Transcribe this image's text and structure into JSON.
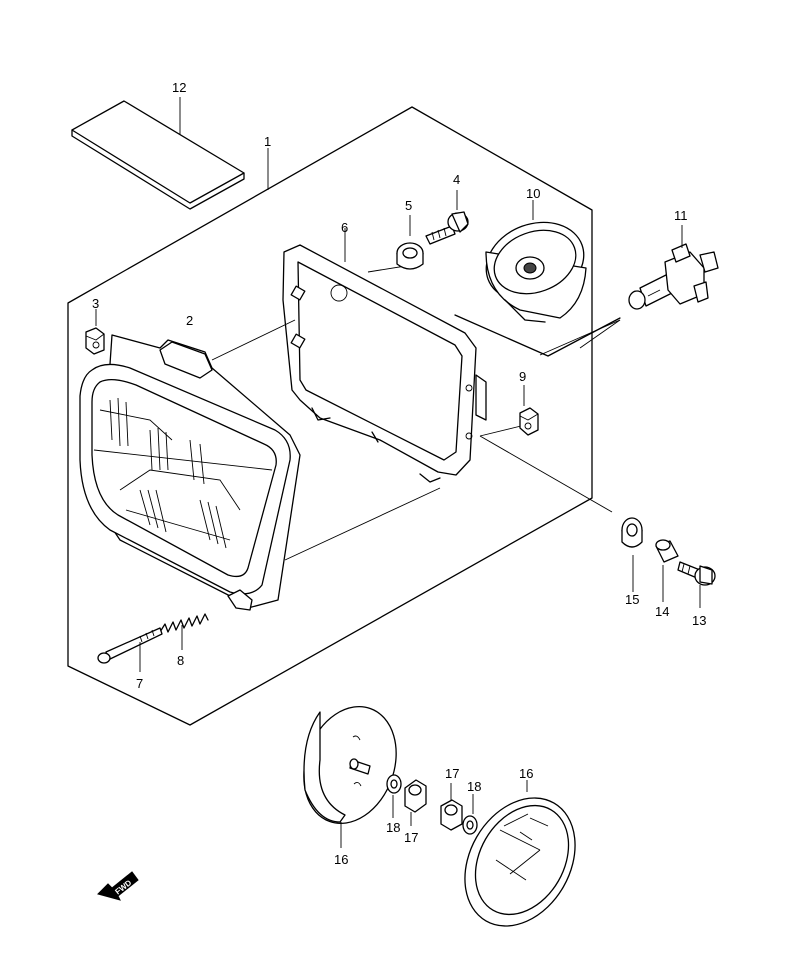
{
  "callouts": {
    "c1": "1",
    "c2": "2",
    "c3": "3",
    "c4": "4",
    "c5": "5",
    "c6": "6",
    "c7": "7",
    "c8": "8",
    "c9": "9",
    "c10": "10",
    "c11": "11",
    "c12": "12",
    "c13": "13",
    "c14": "14",
    "c15": "15",
    "c16a": "16",
    "c16b": "16",
    "c17a": "17",
    "c17b": "17",
    "c18a": "18",
    "c18b": "18"
  },
  "fwd_label": "FWD"
}
